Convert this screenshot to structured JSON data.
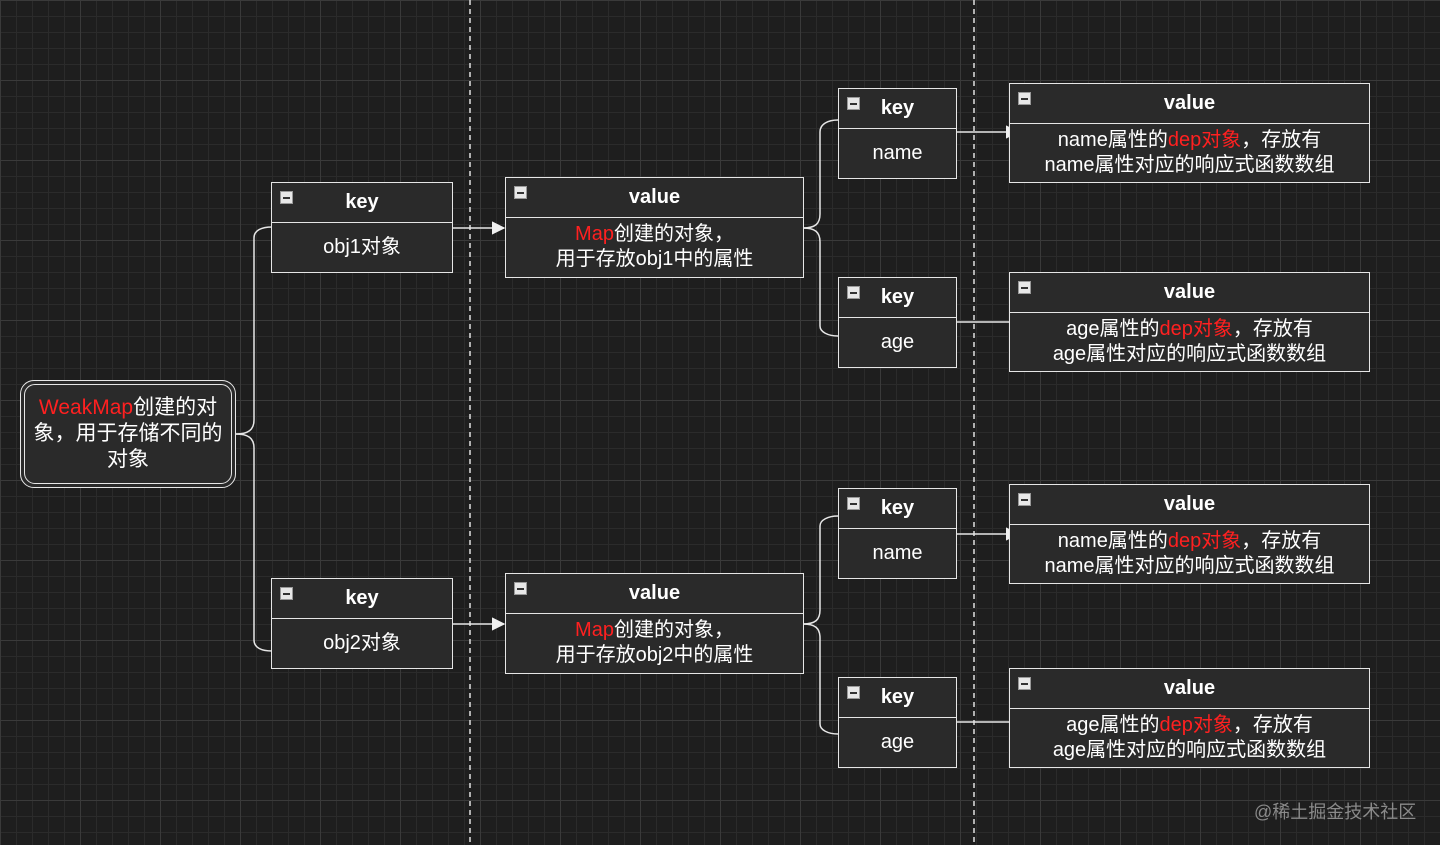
{
  "root": {
    "highlight": "WeakMap",
    "text": "创建的对象，用于存储不同的对象"
  },
  "groups": [
    {
      "key": {
        "header": "key",
        "text": "obj1对象"
      },
      "value": {
        "header": "value",
        "highlight": "Map",
        "line1": "创建的对象，",
        "line2": "用于存放obj1中的属性"
      },
      "props": [
        {
          "key_header": "key",
          "key_text": "name",
          "value_header": "value",
          "line1_pre": "name属性的",
          "line1_red": "dep对象",
          "line1_post": "，存放有",
          "line2": "name属性对应的响应式函数数组"
        },
        {
          "key_header": "key",
          "key_text": "age",
          "value_header": "value",
          "line1_pre": "age属性的",
          "line1_red": "dep对象",
          "line1_post": "，存放有",
          "line2": "age属性对应的响应式函数数组"
        }
      ]
    },
    {
      "key": {
        "header": "key",
        "text": "obj2对象"
      },
      "value": {
        "header": "value",
        "highlight": "Map",
        "line1": "创建的对象，",
        "line2": "用于存放obj2中的属性"
      },
      "props": [
        {
          "key_header": "key",
          "key_text": "name",
          "value_header": "value",
          "line1_pre": "name属性的",
          "line1_red": "dep对象",
          "line1_post": "，存放有",
          "line2": "name属性对应的响应式函数数组"
        },
        {
          "key_header": "key",
          "key_text": "age",
          "value_header": "value",
          "line1_pre": "age属性的",
          "line1_red": "dep对象",
          "line1_post": "，存放有",
          "line2": "age属性对应的响应式函数数组"
        }
      ]
    }
  ],
  "watermark": "@稀土掘金技术社区",
  "colors": {
    "highlight": "#ff2020",
    "border": "#e6e6e6",
    "background": "#1e1e1e"
  }
}
